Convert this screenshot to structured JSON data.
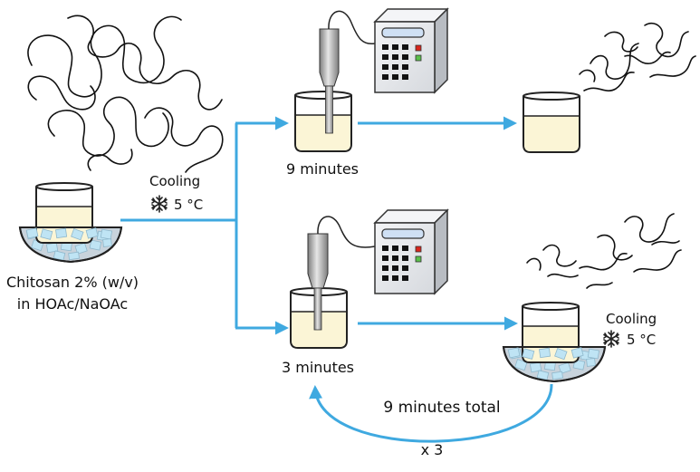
{
  "labels": {
    "cooling_left": "Cooling",
    "temp_left": "5 °C",
    "chitosan_line1": "Chitosan 2% (w/v)",
    "chitosan_line2": "in HOAc/NaOAc",
    "time_top": "9 minutes",
    "time_bottom": "3 minutes",
    "cooling_right": "Cooling",
    "temp_right": "5 °C",
    "total": "9 minutes total",
    "repeat": "x 3"
  },
  "colors": {
    "arrow": "#3fa9e0",
    "liquid": "#fbf5d6",
    "ice": "#bfe4f4",
    "bowl": "#c8d3dc",
    "device": "#e4e6ea",
    "probe": "#9a9a9a"
  }
}
